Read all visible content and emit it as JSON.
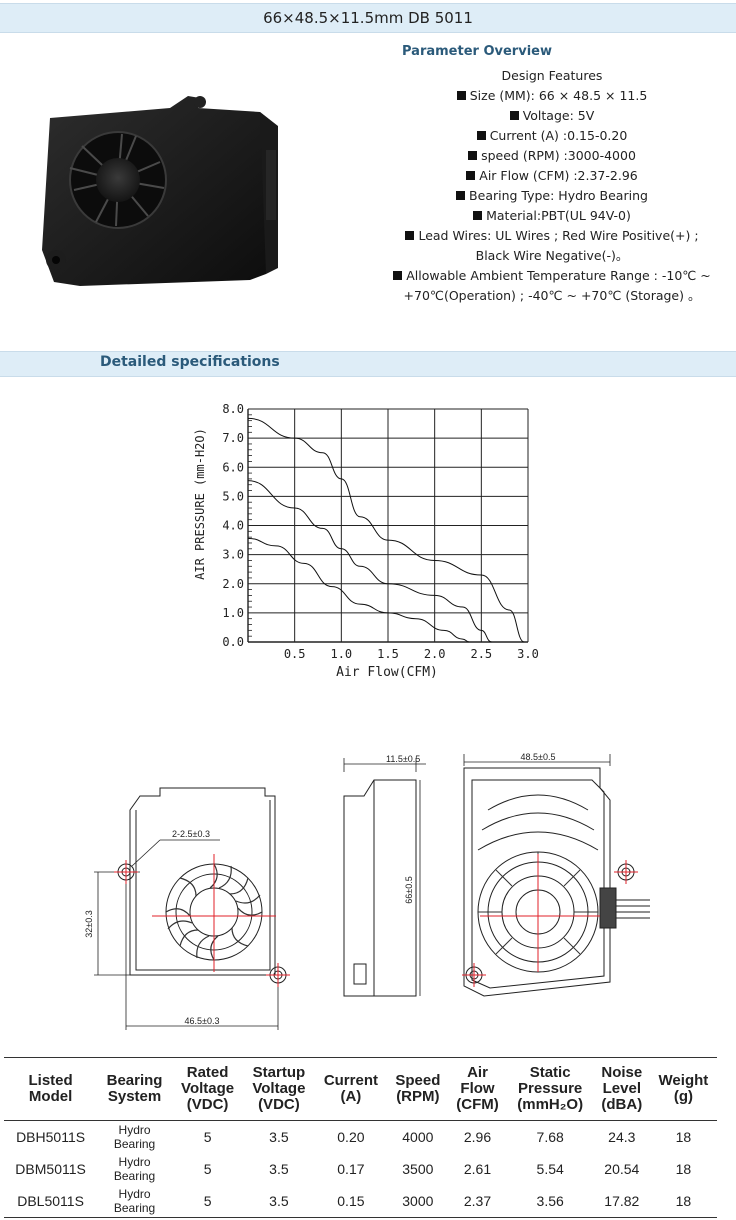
{
  "header": {
    "title": "66×48.5×11.5mm DB 5011"
  },
  "overview": {
    "title": "Parameter Overview",
    "design_features": "Design Features",
    "items": [
      "Size (MM): 66 × 48.5 × 11.5",
      "Voltage: 5V",
      "Current (A) :0.15-0.20",
      "speed (RPM) :3000-4000",
      "Air Flow (CFM) :2.37-2.96",
      "Bearing Type: Hydro Bearing",
      "Material:PBT(UL 94V-0)",
      "Lead Wires: UL Wires ;  Red Wire Positive(+) ;"
    ],
    "lead_wires_cont": "Black Wire Negative(-)。",
    "temperature": "Allowable Ambient Temperature Range : -10℃ ~",
    "temperature_cont": "+70℃(Operation) ; -40℃ ~ +70℃ (Storage) 。"
  },
  "specs_band": {
    "title": "Detailed specifications"
  },
  "chart_data": {
    "type": "line",
    "title": "",
    "xlabel": "Air Flow(CFM)",
    "ylabel": "AIR PRESSURE (mm-H2O)",
    "xlim": [
      0,
      3.0
    ],
    "ylim": [
      0,
      8.0
    ],
    "xticks": [
      "0.5",
      "1.0",
      "1.5",
      "2.0",
      "2.5",
      "3.0"
    ],
    "yticks": [
      "0.0",
      "1.0",
      "2.0",
      "3.0",
      "4.0",
      "5.0",
      "6.0",
      "7.0",
      "8.0"
    ],
    "grid": true,
    "series": [
      {
        "x": [
          0,
          0.5,
          0.8,
          1.0,
          1.2,
          1.5,
          2.0,
          2.5,
          2.8,
          2.96
        ],
        "y": [
          7.68,
          7.0,
          6.5,
          5.6,
          4.3,
          3.5,
          2.8,
          2.3,
          1.1,
          0
        ]
      },
      {
        "x": [
          0,
          0.5,
          0.8,
          1.0,
          1.2,
          1.5,
          2.0,
          2.3,
          2.5,
          2.61
        ],
        "y": [
          5.54,
          4.6,
          3.9,
          3.2,
          2.6,
          2.0,
          1.6,
          1.2,
          0.4,
          0
        ]
      },
      {
        "x": [
          0,
          0.3,
          0.6,
          0.9,
          1.2,
          1.5,
          1.8,
          2.1,
          2.3,
          2.37
        ],
        "y": [
          3.56,
          3.3,
          2.7,
          1.9,
          1.3,
          1.0,
          0.8,
          0.4,
          0.1,
          0
        ]
      }
    ]
  },
  "drawing_labels": {
    "holes": "2-2.5±0.3",
    "hole_spacing": "32±0.3",
    "width_front": "46.5±0.3",
    "thickness": "11.5±0.5",
    "height": "66±0.5",
    "width_back": "48.5±0.5"
  },
  "table": {
    "headers": [
      "Listed\nModel",
      "Bearing\nSystem",
      "Rated\nVoltage\n(VDC)",
      "Startup\nVoltage\n(VDC)",
      "Current\n(A)",
      "Speed\n(RPM)",
      "Air\nFlow\n(CFM)",
      "Static\nPressure\n(mmH₂O)",
      "Noise\nLevel\n(dBA)",
      "Weight\n(g)"
    ],
    "rows": [
      [
        "DBH5011S",
        "Hydro\nBearing",
        "5",
        "3.5",
        "0.20",
        "4000",
        "2.96",
        "7.68",
        "24.3",
        "18"
      ],
      [
        "DBM5011S",
        "Hydro\nBearing",
        "5",
        "3.5",
        "0.17",
        "3500",
        "2.61",
        "5.54",
        "20.54",
        "18"
      ],
      [
        "DBL5011S",
        "Hydro\nBearing",
        "5",
        "3.5",
        "0.15",
        "3000",
        "2.37",
        "3.56",
        "17.82",
        "18"
      ]
    ]
  }
}
